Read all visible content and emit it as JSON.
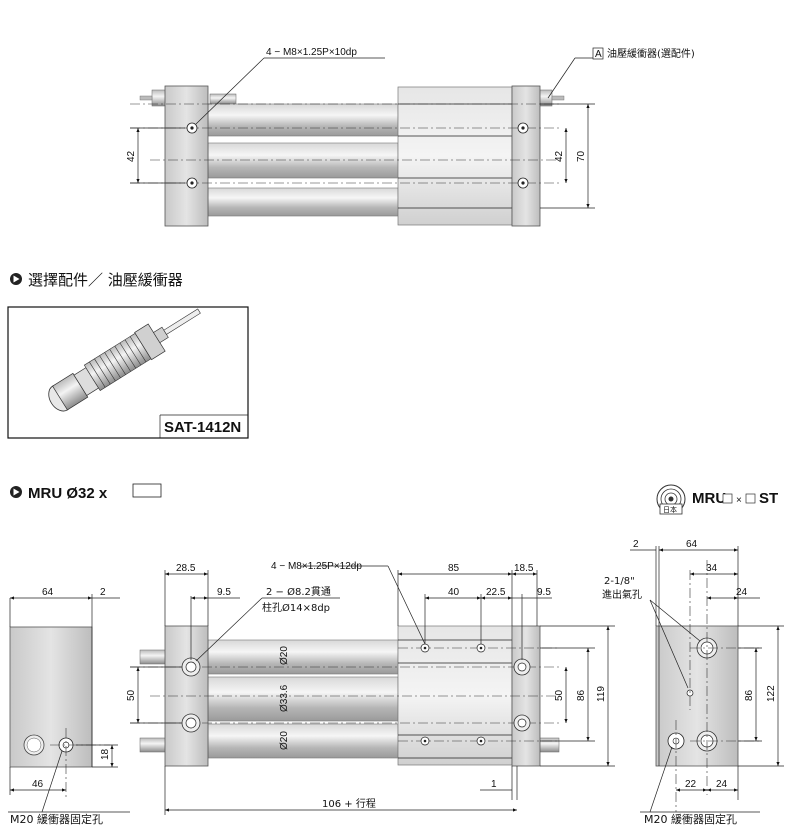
{
  "top_view": {
    "thread_callout": "4 − M8×1.25P×10dp",
    "option_callout_box": "A",
    "option_callout_text": "油壓緩衝器(選配件)",
    "dim_left_42": "42",
    "dim_right_42": "42",
    "dim_right_70": "70"
  },
  "options_section": {
    "title": "選擇配件／ 油壓緩衝器",
    "model": "SAT-1412N"
  },
  "mru_section": {
    "title": "MRU Ø32 x",
    "legend_prefix": "MRU",
    "legend_times": "×",
    "legend_suffix": "ST",
    "emblem_text": "日本"
  },
  "left_view": {
    "dim_64": "64",
    "dim_2": "2",
    "dim_18": "18",
    "dim_46": "46",
    "hole_label": "M20 緩衝器固定孔"
  },
  "front_view": {
    "dim_28_5": "28.5",
    "dim_9_5_left": "9.5",
    "thread_callout": "4 − M8×1.25P×12dp",
    "bore_callout_1": "2 − Ø8.2貫通",
    "bore_callout_2": "柱孔Ø14×8dp",
    "dim_85": "85",
    "dim_18_5": "18.5",
    "dim_40": "40",
    "dim_22_5": "22.5",
    "dim_9_5_right": "9.5",
    "rod_label_top": "Ø20",
    "rod_label_mid": "Ø33.6",
    "rod_label_bot": "Ø20",
    "dim_50_left": "50",
    "dim_50_right": "50",
    "dim_86": "86",
    "dim_119": "119",
    "dim_1": "1",
    "dim_stroke": "106 + 行程"
  },
  "right_view": {
    "dim_2": "2",
    "dim_64": "64",
    "dim_34": "34",
    "dim_24_top": "24",
    "port_label_1": "2-1/8\"",
    "port_label_2": "進出氣孔",
    "dim_86": "86",
    "dim_122": "122",
    "dim_22": "22",
    "dim_24_bot": "24",
    "hole_label": "M20 緩衝器固定孔"
  }
}
